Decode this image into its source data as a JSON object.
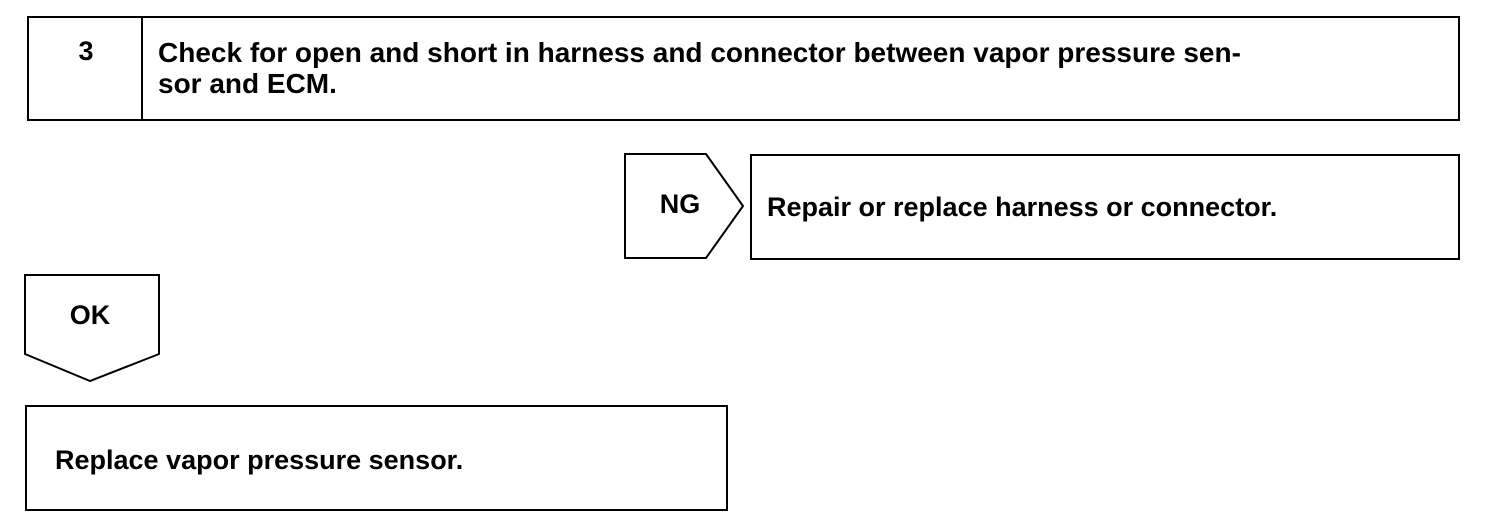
{
  "step": {
    "number": "3",
    "text": "Check for open and short in harness and connector between vapor pressure sen-\nsor and ECM."
  },
  "ng_branch": {
    "label": "NG",
    "action": "Repair or replace harness or connector."
  },
  "ok_branch": {
    "label": "OK",
    "action": "Replace vapor pressure sensor."
  },
  "colors": {
    "line": "#000000",
    "background": "#ffffff"
  }
}
